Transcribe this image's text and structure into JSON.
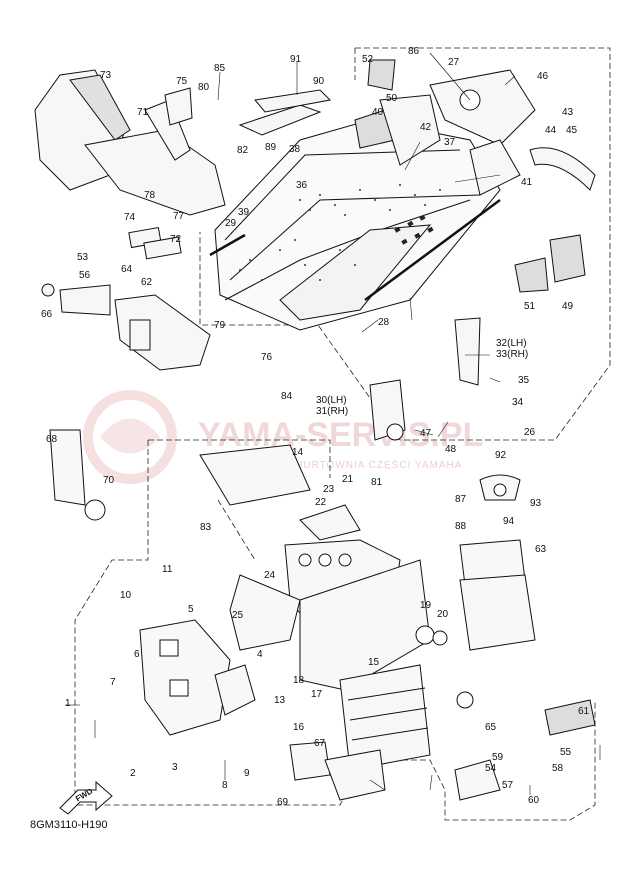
{
  "diagram_code": "8GM3110-H190",
  "direction_label": "FWD",
  "watermark": {
    "brand": "YAMA-SERVIS.PL",
    "subtitle": "NAJWIĘKSZA HURTOWNIA CZĘŚCI YAMAHA"
  },
  "callouts": [
    "1",
    "2",
    "3",
    "4",
    "5",
    "6",
    "7",
    "8",
    "9",
    "10",
    "11",
    "13",
    "14",
    "15",
    "16",
    "17",
    "18",
    "19",
    "20",
    "21",
    "22",
    "23",
    "24",
    "25",
    "26",
    "27",
    "28",
    "29",
    "30(LH)",
    "31(RH)",
    "32(LH)",
    "33(RH)",
    "34",
    "35",
    "36",
    "37",
    "38",
    "39",
    "40",
    "41",
    "42",
    "43",
    "44",
    "45",
    "46",
    "47",
    "48",
    "49",
    "50",
    "51",
    "52",
    "53",
    "54",
    "55",
    "56",
    "57",
    "58",
    "59",
    "60",
    "61",
    "62",
    "63",
    "64",
    "65",
    "66",
    "67",
    "68",
    "69",
    "70",
    "71",
    "72",
    "73",
    "74",
    "75",
    "76",
    "77",
    "78",
    "79",
    "80",
    "81",
    "82",
    "83",
    "84",
    "85",
    "86",
    "87",
    "88",
    "89",
    "90",
    "91",
    "92",
    "93",
    "94"
  ]
}
